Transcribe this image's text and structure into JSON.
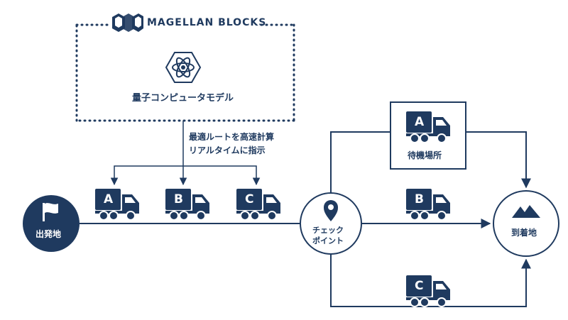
{
  "brand": {
    "name": "MAGELLAN BLOCKS"
  },
  "quantum": {
    "label": "量子コンピュータモデル"
  },
  "instruction": {
    "line1": "最適ルートを高速計算",
    "line2": "リアルタイムに指示"
  },
  "nodes": {
    "start": "出発地",
    "checkpoint_line1": "チェック",
    "checkpoint_line2": "ポイント",
    "destination": "到着地",
    "waiting": "待機場所"
  },
  "trucks": {
    "a": "A",
    "b": "B",
    "c": "C"
  },
  "colors": {
    "primary": "#1f3a5f",
    "background": "#ffffff"
  }
}
